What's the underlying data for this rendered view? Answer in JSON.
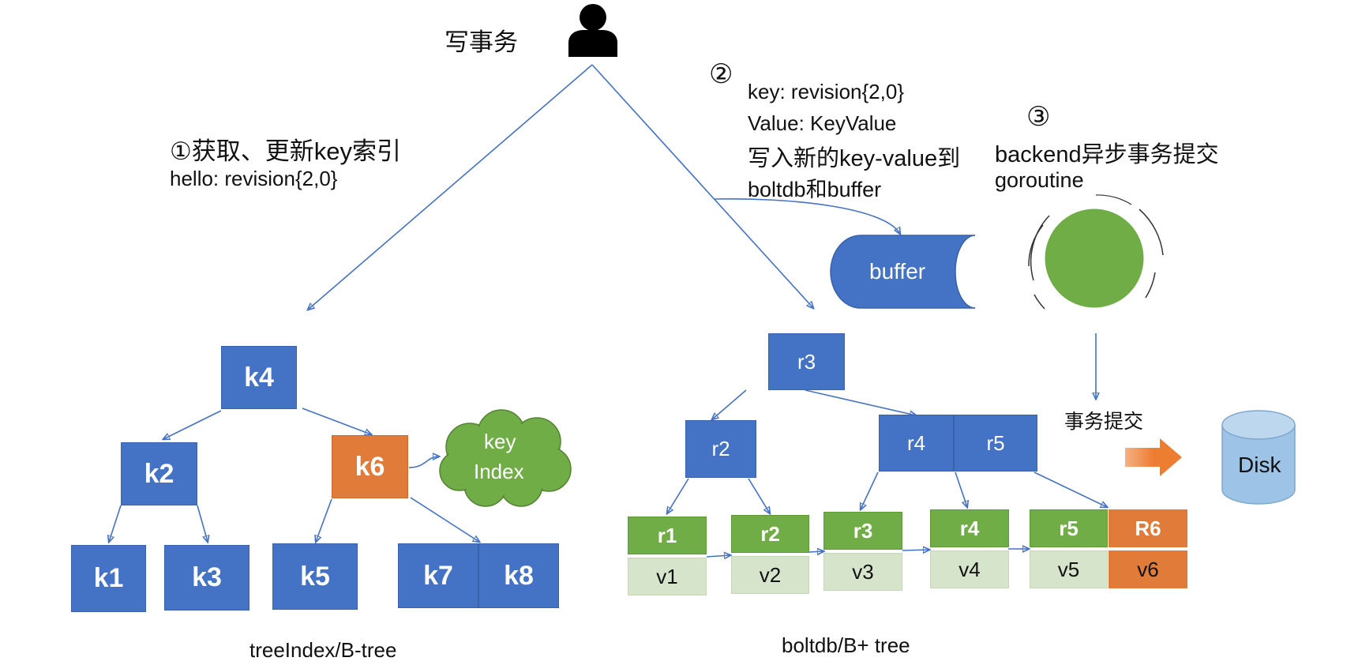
{
  "user": {
    "label": "写事务"
  },
  "step1": {
    "num": "①",
    "title": "获取、更新key索引",
    "line2": "hello: revision{2,0}"
  },
  "step2": {
    "num": "②",
    "line1": "key: revision{2,0}",
    "line2": "Value: KeyValue",
    "line3": "写入新的key-value到",
    "line4": "boltdb和buffer"
  },
  "step3": {
    "num": "③",
    "line1": "backend异步事务提交",
    "line2": "goroutine"
  },
  "buffer": {
    "label": "buffer"
  },
  "commit": {
    "label": "事务提交"
  },
  "disk": {
    "label": "Disk"
  },
  "tree_index": {
    "caption": "treeIndex/B-tree",
    "nodes": {
      "k4": "k4",
      "k2": "k2",
      "k6": "k6",
      "k1": "k1",
      "k3": "k3",
      "k5": "k5",
      "k7": "k7",
      "k8": "k8"
    },
    "cloud": {
      "line1": "key",
      "line2": "Index"
    }
  },
  "boltdb": {
    "caption": "boltdb/B+ tree",
    "internal": {
      "r3": "r3",
      "r2": "r2",
      "r4": "r4",
      "r5": "r5"
    },
    "leaves": [
      {
        "key": "r1",
        "value": "v1"
      },
      {
        "key": "r2",
        "value": "v2"
      },
      {
        "key": "r3",
        "value": "v3"
      },
      {
        "key": "r4",
        "value": "v4"
      },
      {
        "key": "r5",
        "value": "v5"
      },
      {
        "key": "R6",
        "value": "v6"
      }
    ]
  },
  "colors": {
    "blue": "#4472c4",
    "orange": "#e07b39",
    "green": "#70ad47",
    "light_green": "#d6e4cc",
    "disk": "#9dc3e6"
  }
}
